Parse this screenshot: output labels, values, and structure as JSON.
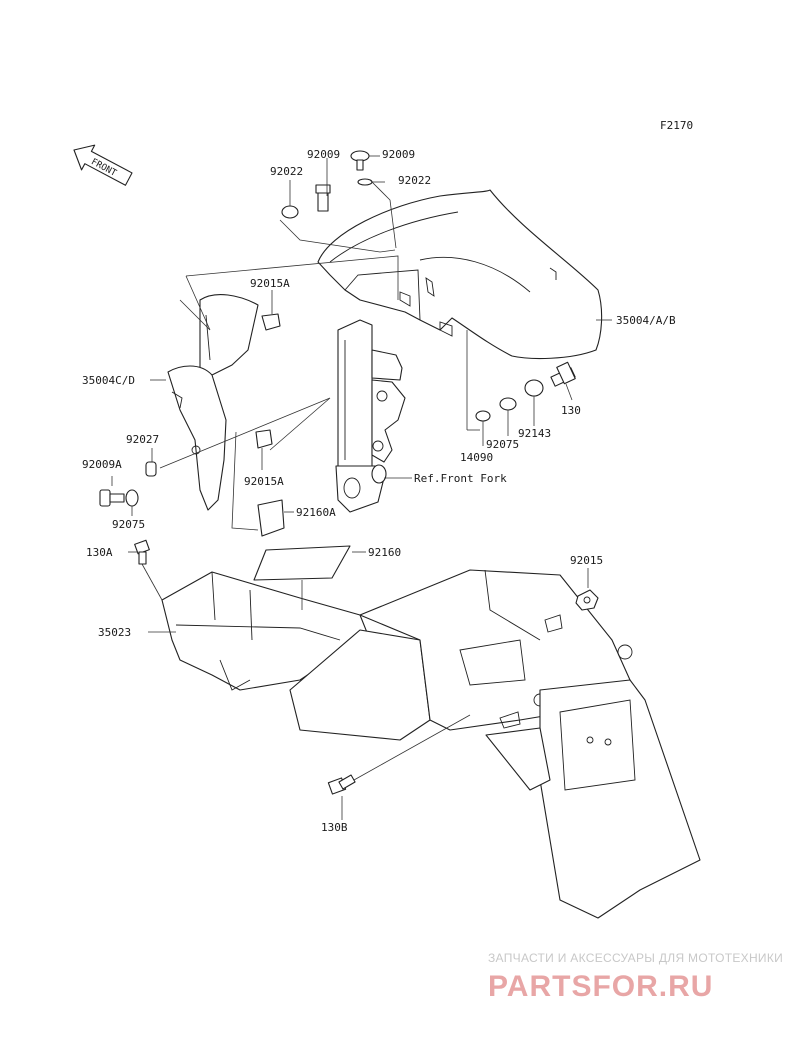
{
  "figure_code": "F2170",
  "front_arrow_label": "FRONT",
  "ref_label": "Ref.Front Fork",
  "callouts": {
    "p92009_top": "92009",
    "p92009_right": "92009",
    "p92022_left": "92022",
    "p92022_right": "92022",
    "p92015A_top": "92015A",
    "p35004AB": "35004/A/B",
    "p35004CD": "35004C/D",
    "p130_right": "130",
    "p92143": "92143",
    "p92075_right": "92075",
    "p14090": "14090",
    "p92027": "92027",
    "p92009A": "92009A",
    "p92015A_mid": "92015A",
    "p92075_left": "92075",
    "p92160A": "92160A",
    "p92160": "92160",
    "p130A": "130A",
    "p92015": "92015",
    "p35023": "35023",
    "p130B": "130B"
  },
  "watermark": {
    "tagline": "ЗАПЧАСТИ И АКСЕССУАРЫ ДЛЯ МОТОТЕХНИКИ",
    "logo": "PARTSFOR.RU",
    "logo_color": "#e8a6a6"
  }
}
